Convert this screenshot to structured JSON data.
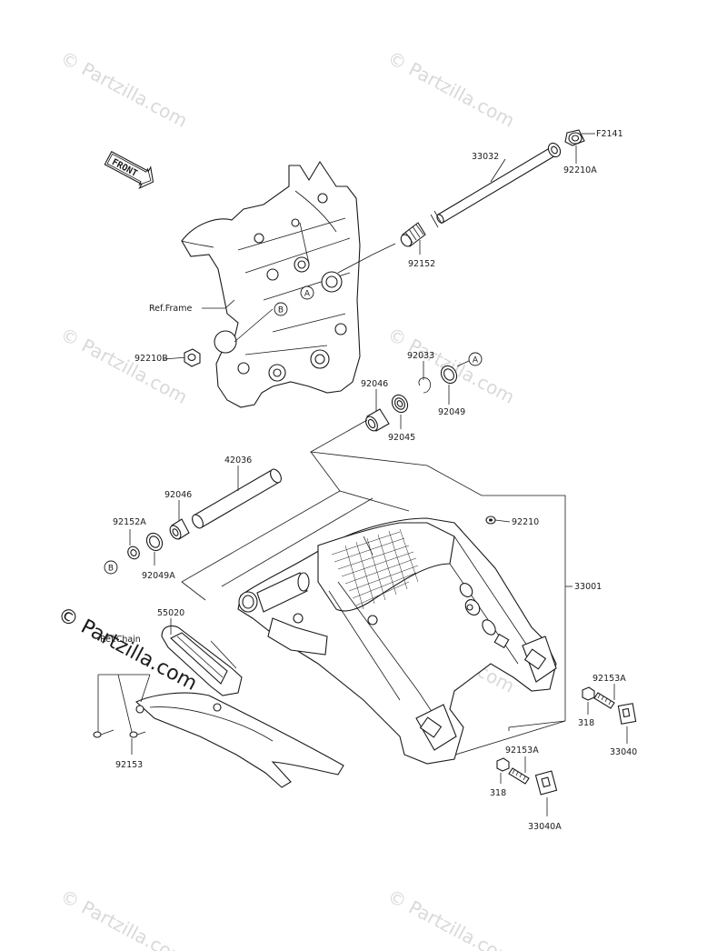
{
  "watermarks": {
    "faint": "© Partzilla.com",
    "main": "© Partzilla.com"
  },
  "front_marker": "FRONT",
  "ref_frame": "Ref.Frame",
  "ref_chain": "Ref.Chain",
  "callout_letters": {
    "a1": "A",
    "a2": "A",
    "b1": "B",
    "b2": "B"
  },
  "parts": {
    "p33032": "33032",
    "pF2141": "F2141",
    "p92210A": "92210A",
    "p92152": "92152",
    "p92210B": "92210B",
    "p92033": "92033",
    "p92049": "92049",
    "p92046a": "92046",
    "p92045": "92045",
    "p42036": "42036",
    "p92046b": "92046",
    "p92152A": "92152A",
    "p92049A": "92049A",
    "p92210": "92210",
    "p33001": "33001",
    "p55020": "55020",
    "p92153A_1": "92153A",
    "p318_1": "318",
    "p33040": "33040",
    "p92153": "92153",
    "p92153A_2": "92153A",
    "p318_2": "318",
    "p33040A": "33040A"
  }
}
